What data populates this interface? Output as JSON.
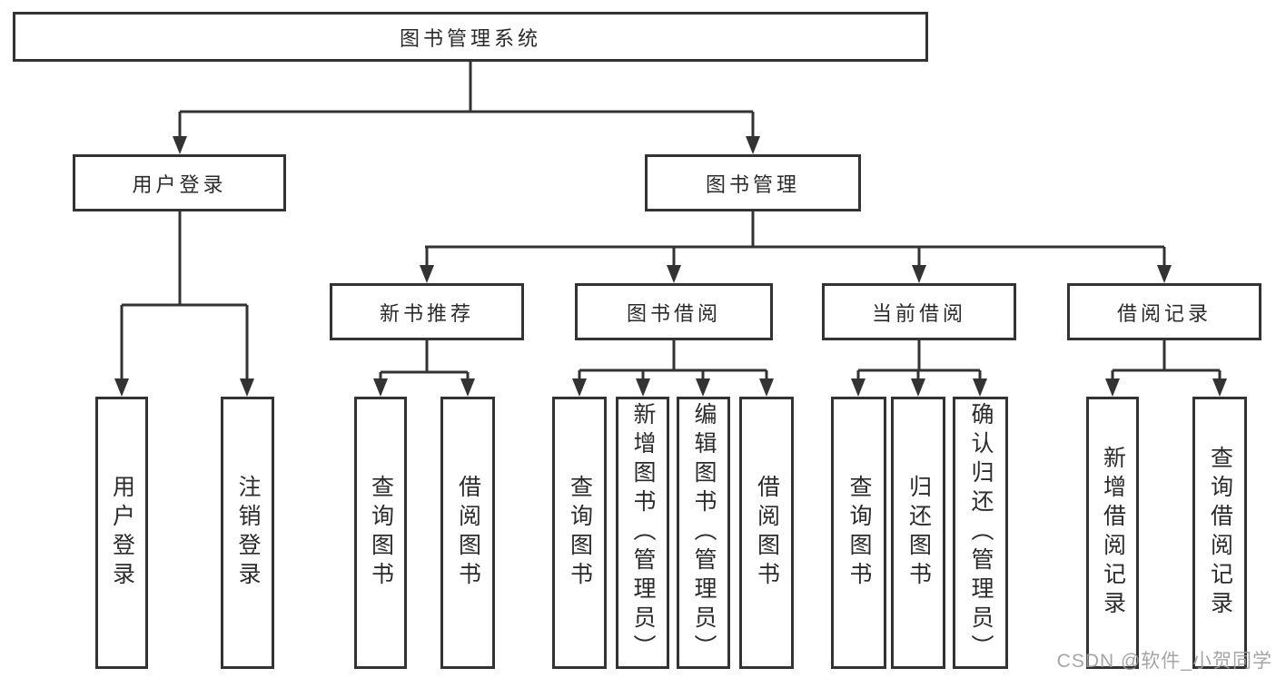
{
  "diagram": {
    "root": "图书管理系统",
    "branches": [
      {
        "label": "用户登录",
        "children": [
          "用户登录",
          "注销登录"
        ]
      },
      {
        "label": "图书管理",
        "children": [
          {
            "label": "新书推荐",
            "children": [
              "查询图书",
              "借阅图书"
            ]
          },
          {
            "label": "图书借阅",
            "children": [
              "查询图书",
              "新增图书（管理员）",
              "编辑图书（管理员）",
              "借阅图书"
            ]
          },
          {
            "label": "当前借阅",
            "children": [
              "查询图书",
              "归还图书",
              "确认归还（管理员）"
            ]
          },
          {
            "label": "借阅记录",
            "children": [
              "新增借阅记录",
              "查询借阅记录"
            ]
          }
        ]
      }
    ]
  },
  "colors": {
    "line": "#333333",
    "text": "#2b2b2b",
    "watermark": "#9b9b9b",
    "background": "#ffffff"
  },
  "watermark": "CSDN @软件_小贺同学"
}
